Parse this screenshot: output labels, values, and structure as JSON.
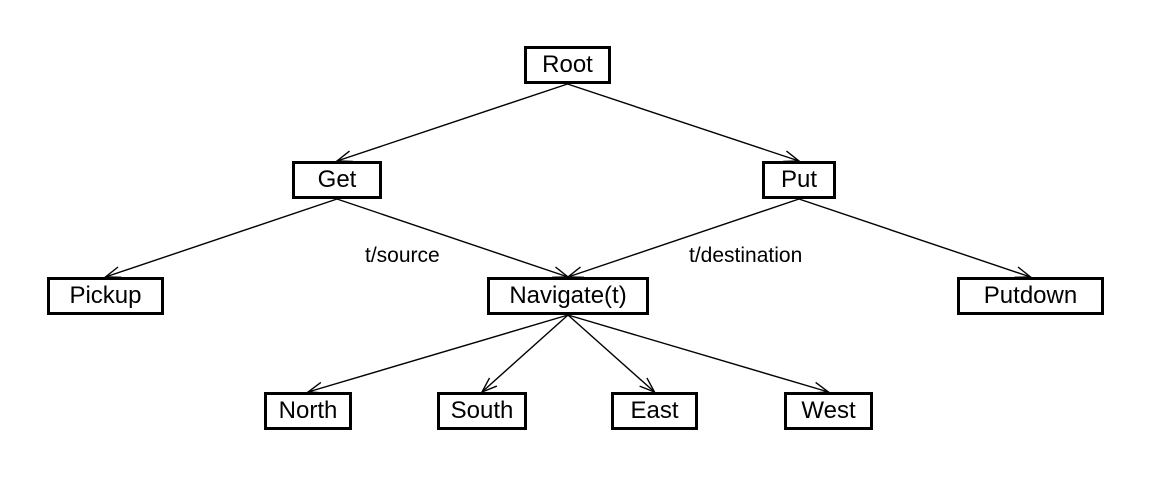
{
  "nodes": {
    "root": "Root",
    "get": "Get",
    "put": "Put",
    "pickup": "Pickup",
    "navigate": "Navigate(t)",
    "putdown": "Putdown",
    "north": "North",
    "south": "South",
    "east": "East",
    "west": "West"
  },
  "edge_labels": {
    "get_navigate": "t/source",
    "put_navigate": "t/destination"
  },
  "edges": [
    [
      "root",
      "get"
    ],
    [
      "root",
      "put"
    ],
    [
      "get",
      "pickup"
    ],
    [
      "get",
      "navigate"
    ],
    [
      "put",
      "navigate"
    ],
    [
      "put",
      "putdown"
    ],
    [
      "navigate",
      "north"
    ],
    [
      "navigate",
      "south"
    ],
    [
      "navigate",
      "east"
    ],
    [
      "navigate",
      "west"
    ]
  ]
}
